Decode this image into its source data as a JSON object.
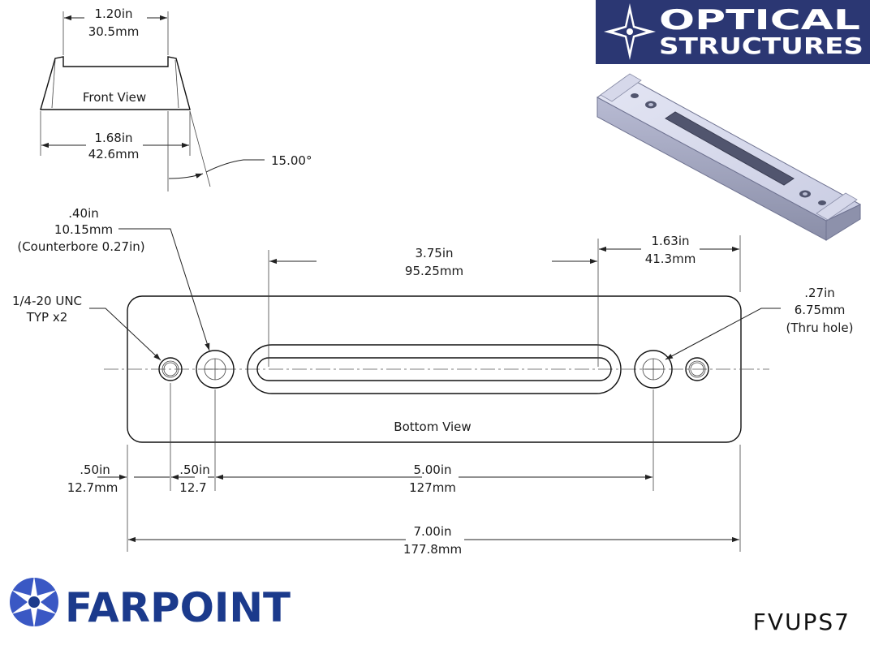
{
  "brand": {
    "optical_line1": "OPTICAL",
    "optical_line2": "STRUCTURES",
    "farpoint": "FARPOINT",
    "part_number": "FVUPS7",
    "colors": {
      "optical_bg": "#2b3773",
      "farpoint_blue": "#1b3a8c"
    }
  },
  "front_view": {
    "label": "Front View",
    "top_width_in": "1.20in",
    "top_width_mm": "30.5mm",
    "base_width_in": "1.68in",
    "base_width_mm": "42.6mm",
    "angle": "15.00°"
  },
  "bottom_view": {
    "label": "Bottom View",
    "counterbore_in": ".40in",
    "counterbore_mm": "10.15mm",
    "counterbore_note": "(Counterbore 0.27in)",
    "tapped_line1": "1/4-20 UNC",
    "tapped_line2": "TYP x2",
    "slot_in": "3.75in",
    "slot_mm": "95.25mm",
    "end_in": "1.63in",
    "end_mm": "41.3mm",
    "thru_in": ".27in",
    "thru_mm": "6.75mm",
    "thru_note": "(Thru hole)",
    "edge_in": ".50in",
    "edge_mm": "12.7mm",
    "pitch_in": ".50in",
    "pitch_mm": "12.7",
    "span_in": "5.00in",
    "span_mm": "127mm",
    "length_in": "7.00in",
    "length_mm": "177.8mm"
  }
}
